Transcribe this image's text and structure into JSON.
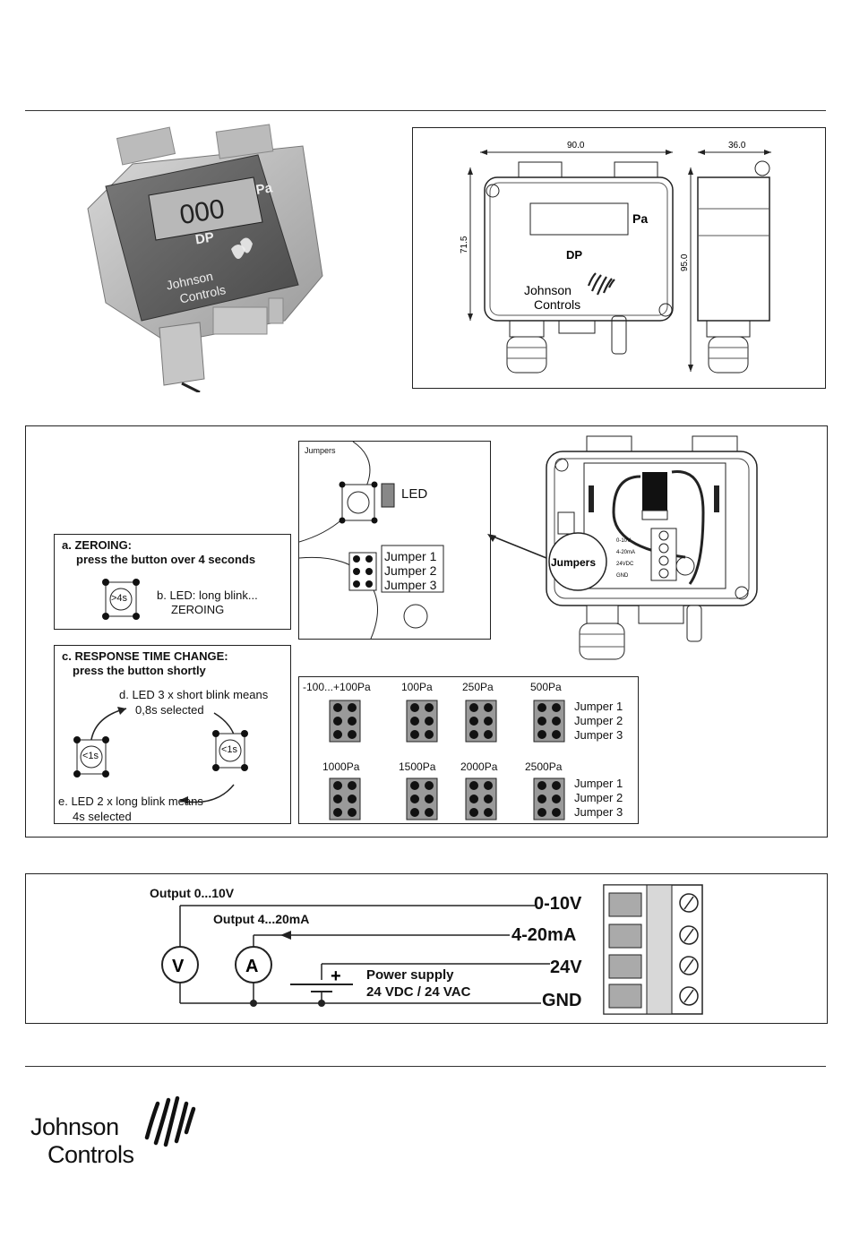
{
  "dimensions": {
    "width_label": "90.0",
    "depth_label": "36.0",
    "height_label": "71.5",
    "total_height_label": "95.0"
  },
  "device": {
    "display_digits": "000",
    "display_unit": "Pa",
    "model": "DP",
    "brand_line1": "Johnson",
    "brand_line2": "Controls"
  },
  "jumpers_detail": {
    "title": "Jumpers",
    "led_label": "LED",
    "jumper1": "Jumper 1",
    "jumper2": "Jumper 2",
    "jumper3": "Jumper 3",
    "callout": "Jumpers"
  },
  "open_device": {
    "terminal_labels": [
      "0-10V",
      "4-20mA",
      "24VDC",
      "GND"
    ],
    "callout": "Jumpers"
  },
  "zeroing": {
    "title": "a. ZEROING:",
    "subtitle": "press the button over 4 seconds",
    "button_label": ">4s",
    "led_line1": "b. LED: long blink...",
    "led_line2": "ZEROING"
  },
  "response": {
    "title": "c. RESPONSE TIME CHANGE:",
    "subtitle": "press the button shortly",
    "d_line1": "d. LED 3 x short blink means",
    "d_line2": "0,8s selected",
    "e_line1": "e. LED 2 x long blink means",
    "e_line2": "4s selected",
    "button_label": "<1s"
  },
  "ranges": {
    "row1": [
      "-100...+100Pa",
      "100Pa",
      "250Pa",
      "500Pa"
    ],
    "row2": [
      "1000Pa",
      "1500Pa",
      "2000Pa",
      "2500Pa"
    ],
    "jumper_labels": [
      "Jumper 1",
      "Jumper 2",
      "Jumper 3"
    ]
  },
  "wiring": {
    "output_v": "Output 0...10V",
    "output_a": "Output 4...20mA",
    "voltmeter": "V",
    "ammeter": "A",
    "plus": "+",
    "power1": "Power supply",
    "power2": "24 VDC / 24 VAC",
    "term_0_10v": "0-10V",
    "term_4_20ma": "4-20mA",
    "term_24v": "24V",
    "term_gnd": "GND"
  },
  "footer": {
    "brand_line1": "Johnson",
    "brand_line2": "Controls"
  }
}
